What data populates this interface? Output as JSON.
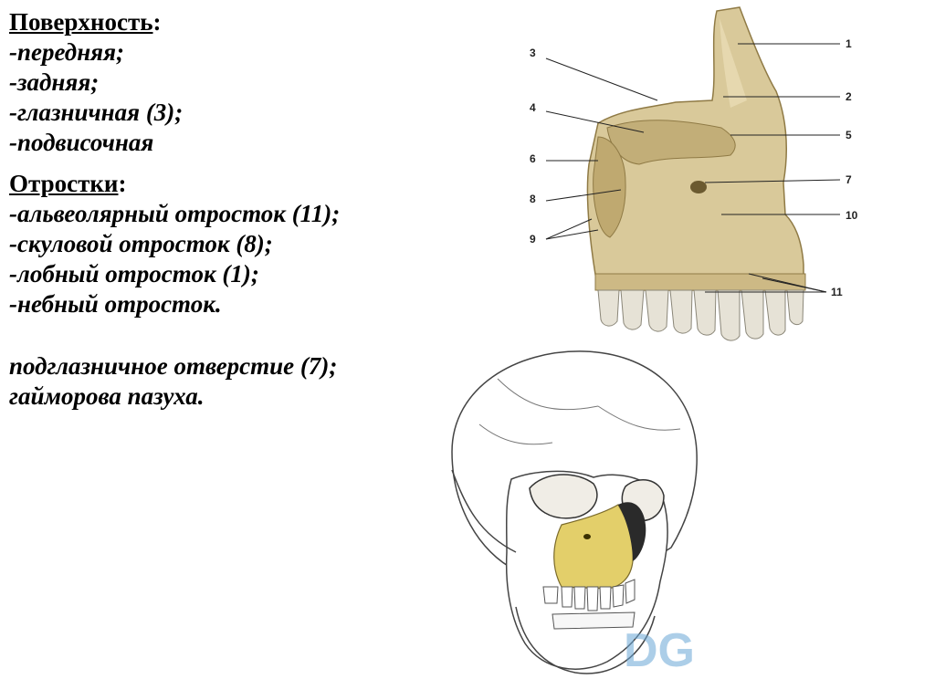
{
  "surfaces": {
    "heading": "Поверхность",
    "colon": ":",
    "items": [
      "-передняя;",
      "-задняя;",
      "-глазничная (3);",
      "-подвисочная"
    ]
  },
  "processes": {
    "heading": "Отростки",
    "colon": ":",
    "items": [
      "-альвеолярный отросток (11);",
      "-скуловой отросток (8);",
      "-лобный отросток (1);",
      "-небный отросток."
    ]
  },
  "extra": [
    "подглазничное отверстие (7);",
    "гайморова пазуха."
  ],
  "figure_labels": [
    "1",
    "2",
    "3",
    "4",
    "5",
    "6",
    "7",
    "8",
    "9",
    "10",
    "11"
  ],
  "watermark": "DG",
  "colors": {
    "bone": "#d9c99a",
    "bone_shadow": "#a8935d",
    "highlight_bone": "#e3cf6a",
    "watermark_blue": "#6aa7d6",
    "watermark_red": "#e8766a"
  }
}
